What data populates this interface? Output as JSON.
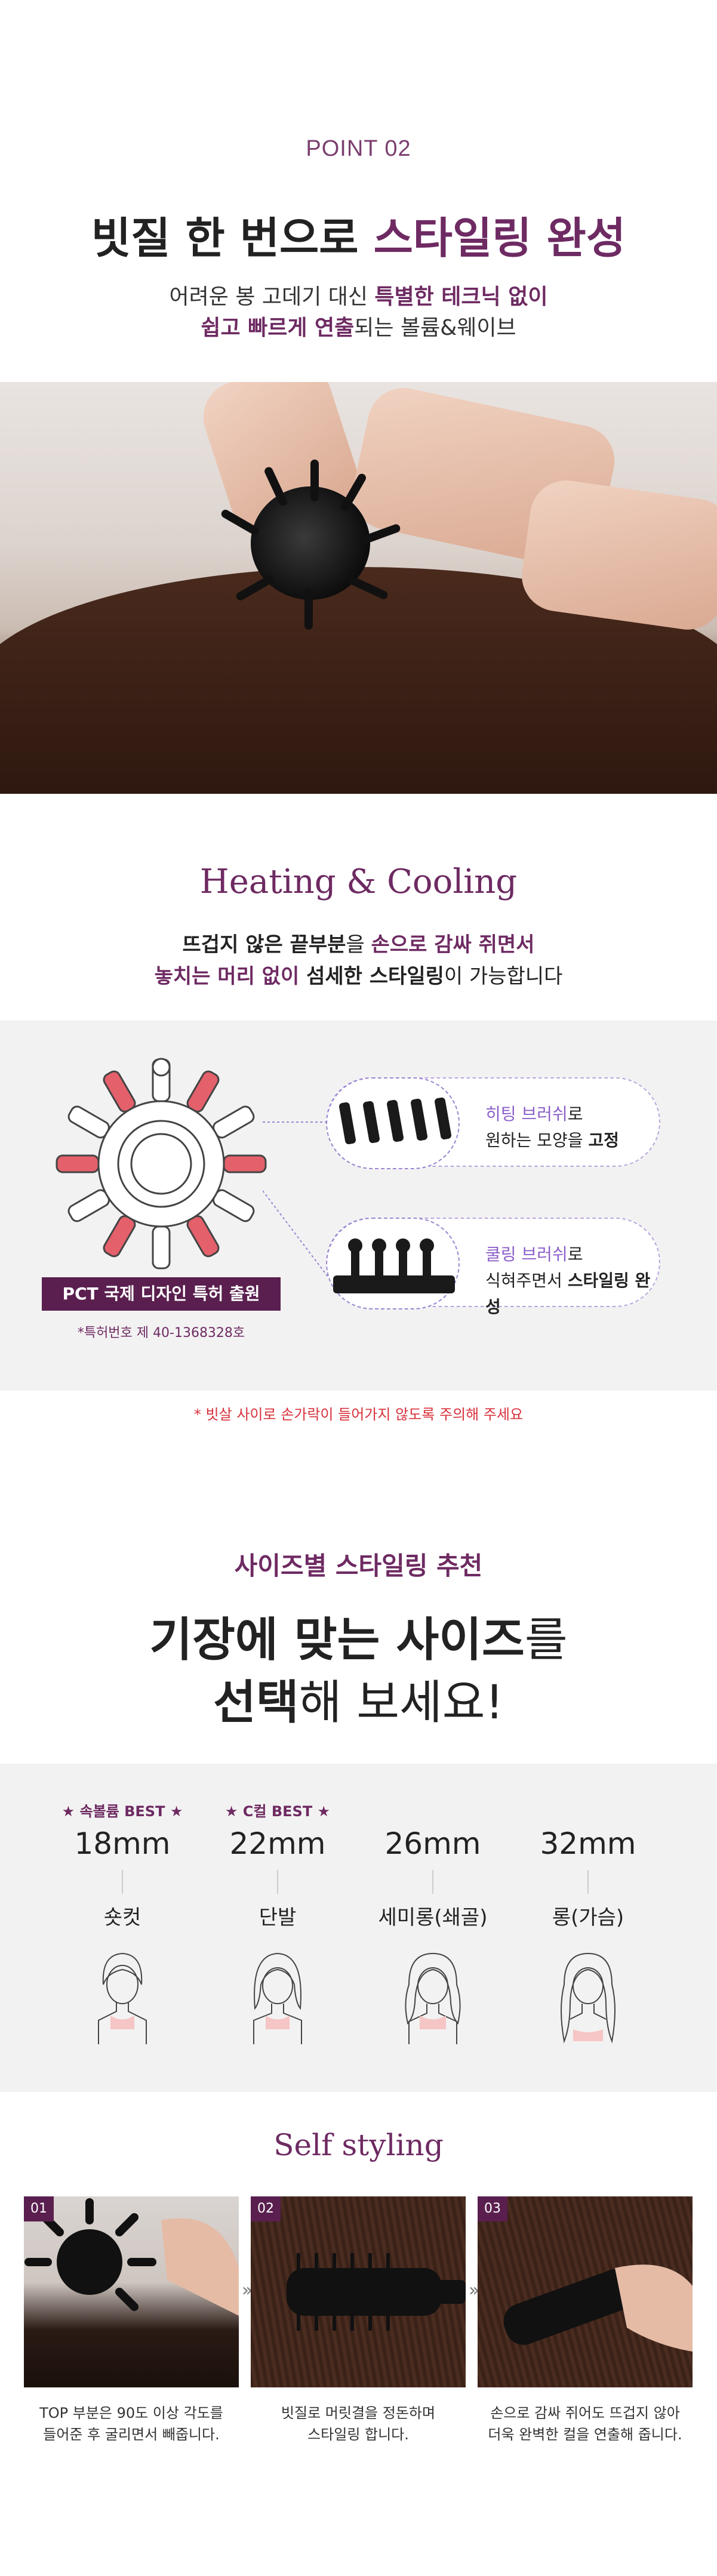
{
  "point": {
    "label": "POINT 02",
    "title_plain": "빗질 한 번으로 ",
    "title_accent": "스타일링 완성",
    "sub1_a": "어려운 봉 고데기 대신 ",
    "sub1_b": "특별한 테크닉 없이",
    "sub2_a": "쉽고 빠르게 연출",
    "sub2_b": "되는 볼륨&웨이브"
  },
  "heat": {
    "title": "Heating & Cooling",
    "l1_a": "뜨겁지 않은 끝부분",
    "l1_b": "을 ",
    "l1_c": "손으로 감싸 쥐면서",
    "l2_a": "놓치는 머리 없이",
    "l2_b": " 섬세한 스타일링",
    "l2_c": "이 가능합니다"
  },
  "diagram": {
    "pct": "PCT 국제 디자인 특허 출원",
    "patent_no": "*특허번호 제 40-1368328호",
    "heat_brush": "히팅 브러쉬",
    "heat_ro": "로",
    "heat_desc_a": "원하는 모양을 ",
    "heat_desc_b": "고정",
    "cool_brush": "쿨링 브러쉬",
    "cool_ro": "로",
    "cool_desc_a": "식혀주면서 ",
    "cool_desc_b": "스타일링 완성"
  },
  "warning": "* 빗살 사이로 손가락이 들어가지 않도록 주의해 주세요",
  "size": {
    "sub": "사이즈별 스타일링 추천",
    "h1_a": "기장에 맞는 사이즈",
    "h1_b": "를",
    "h2_a": "선택",
    "h2_b": "해 보세요!",
    "items": [
      {
        "best": "★ 속볼륨 BEST ★",
        "mm": "18mm",
        "kind": "숏컷"
      },
      {
        "best": "★ C컬 BEST ★",
        "mm": "22mm",
        "kind": "단발"
      },
      {
        "best": "",
        "mm": "26mm",
        "kind": "세미롱(쇄골)"
      },
      {
        "best": "",
        "mm": "32mm",
        "kind": "롱(가슴)"
      }
    ]
  },
  "self": {
    "title": "Self styling",
    "steps": [
      {
        "badge": "01",
        "cap1": "TOP 부분은 90도 이상 각도를",
        "cap2": "들어준 후 굴리면서 빼줍니다."
      },
      {
        "badge": "02",
        "cap1": "빗질로 머릿결을 정돈하며",
        "cap2": "스타일링 합니다."
      },
      {
        "badge": "03",
        "cap1": "손으로 감싸 쥐어도 뜨겁지 않아",
        "cap2": "더욱 완벽한 컬을 연출해 줍니다."
      }
    ],
    "chevron": "»"
  },
  "colors": {
    "accent": "#6e2a62",
    "warning": "#d7303a",
    "panel": "#f3f2f3"
  }
}
